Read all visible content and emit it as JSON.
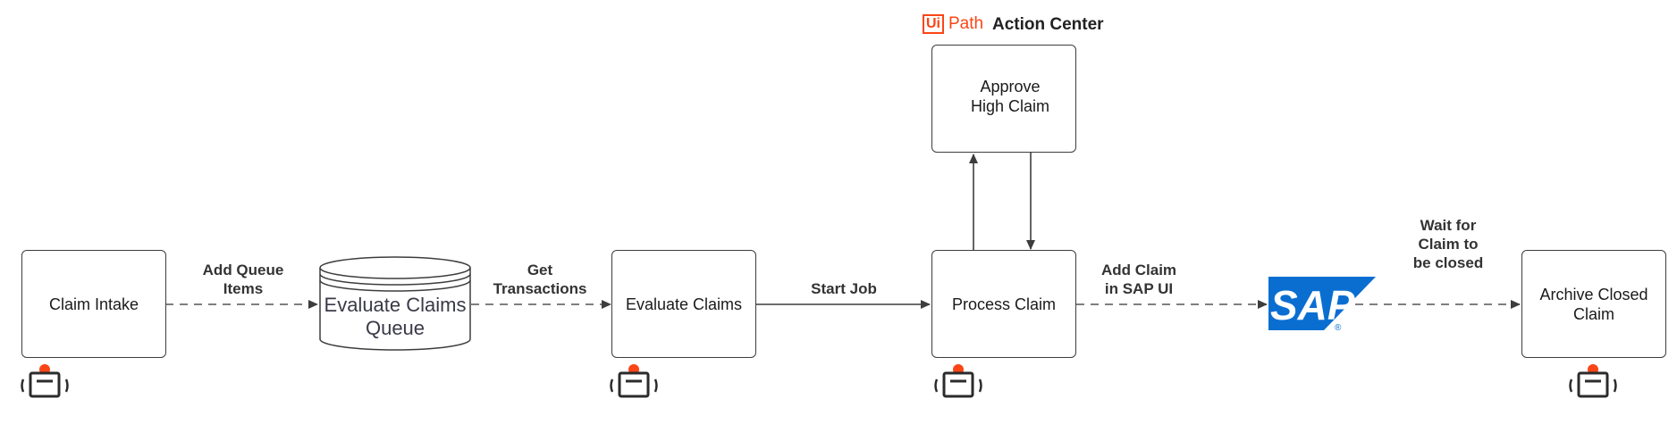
{
  "nodes": {
    "claim_intake": "Claim Intake",
    "queue": "Evaluate Claims\nQueue",
    "evaluate_claims": "Evaluate Claims",
    "process_claim": "Process Claim",
    "approve": "Approve\nHigh Claim",
    "archive": "Archive Closed\nClaim"
  },
  "edges": {
    "add_queue_items": "Add Queue\nItems",
    "get_transactions": "Get\nTransactions",
    "start_job": "Start Job",
    "add_claim_sap": "Add Claim\nin SAP UI",
    "wait_closed": "Wait for\nClaim to\nbe closed"
  },
  "action_center": {
    "ui": "Ui",
    "path": "Path",
    "title": "Action Center"
  },
  "sap_logo": "SAP",
  "colors": {
    "stroke": "#3d3d3d",
    "uipath_orange": "#fa4616",
    "sap_blue": "#0a6ed1",
    "robot": "#2b2b2b"
  }
}
